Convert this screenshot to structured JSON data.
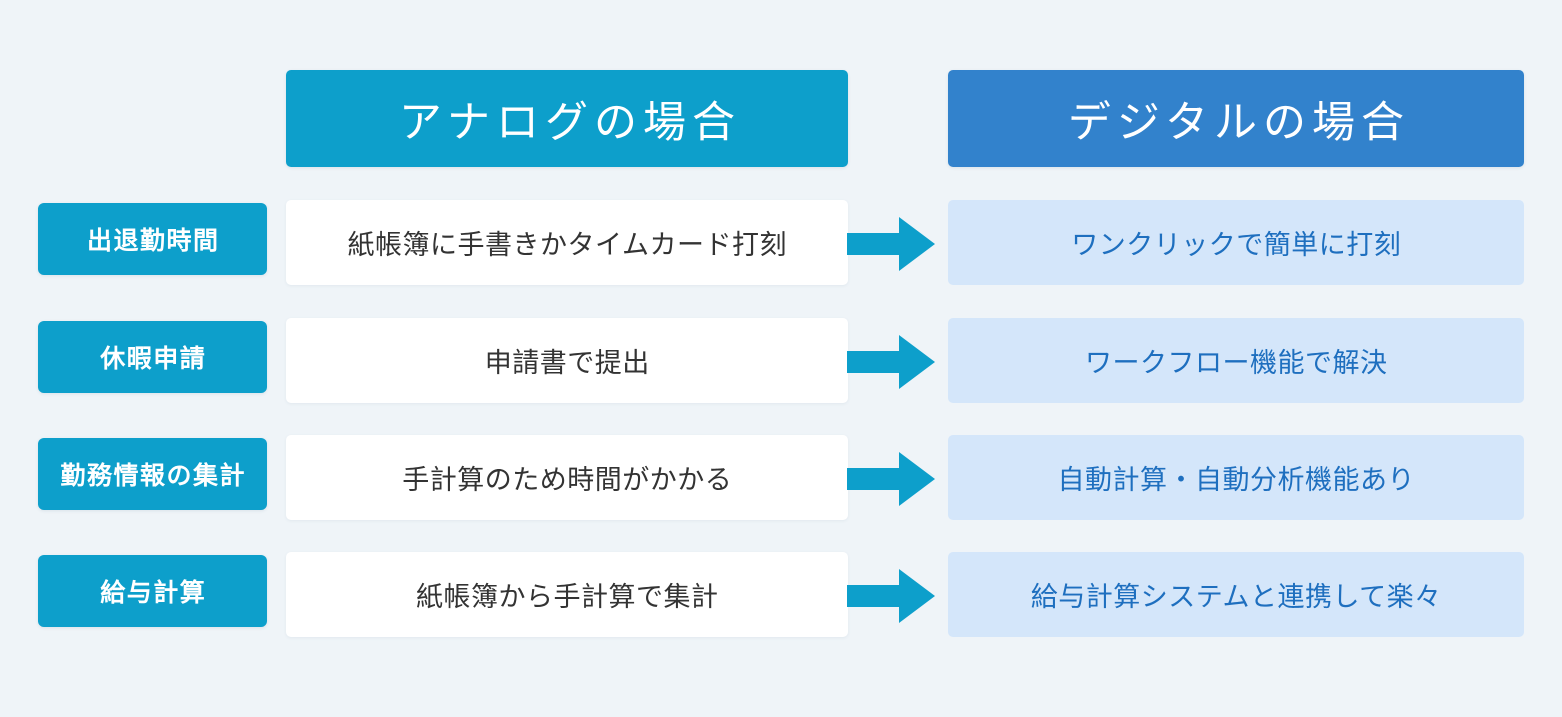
{
  "theme": {
    "page_background": "#eff4f8",
    "analog_accent": "#0d9fcb",
    "digital_accent": "#3282cc",
    "digital_cell_background": "#d4e6fa",
    "digital_text": "#1e6fbf",
    "analog_cell_background": "#ffffff",
    "analog_text": "#333333",
    "arrow_color": "#0d9fcb"
  },
  "headers": {
    "analog": "アナログの場合",
    "digital": "デジタルの場合"
  },
  "rows": [
    {
      "label": "出退勤時間",
      "analog": "紙帳簿に手書きかタイムカード打刻",
      "arrow": "arrow-right-icon",
      "digital": "ワンクリックで簡単に打刻"
    },
    {
      "label": "休暇申請",
      "analog": "申請書で提出",
      "arrow": "arrow-right-icon",
      "digital": "ワークフロー機能で解決"
    },
    {
      "label": "勤務情報の集計",
      "analog": "手計算のため時間がかかる",
      "arrow": "arrow-right-icon",
      "digital": "自動計算・自動分析機能あり"
    },
    {
      "label": "給与計算",
      "analog": "紙帳簿から手計算で集計",
      "arrow": "arrow-right-icon",
      "digital": "給与計算システムと連携して楽々"
    }
  ]
}
